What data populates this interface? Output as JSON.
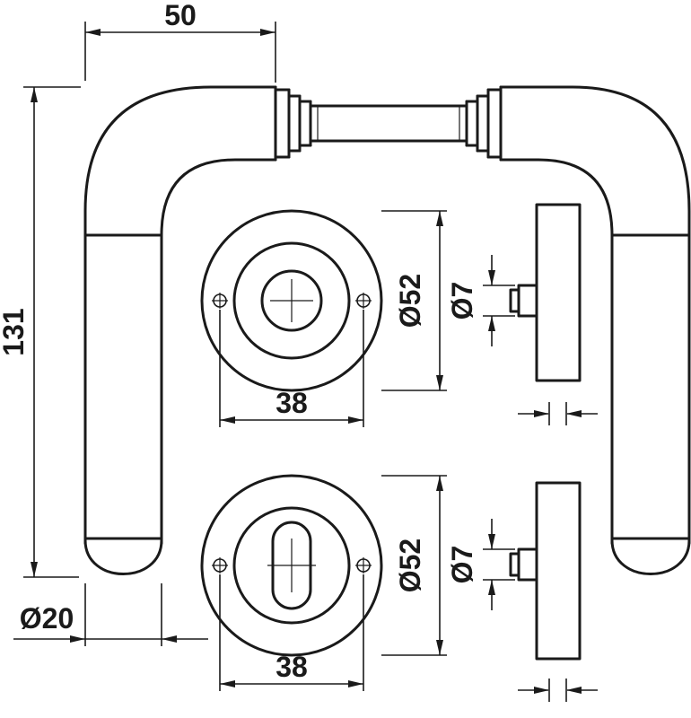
{
  "drawing": {
    "dims": {
      "handle_depth": "50",
      "handle_height": "131",
      "grip_diameter": "Ø20",
      "rose_top_diameter": "Ø52",
      "rose_top_hole_spacing": "38",
      "rose_bottom_diameter": "Ø52",
      "rose_bottom_hole_spacing": "38",
      "pin_top_diameter": "Ø7",
      "pin_bottom_diameter": "Ø7"
    },
    "colors": {
      "line": "#1a1a1a",
      "background": "#ffffff"
    }
  }
}
